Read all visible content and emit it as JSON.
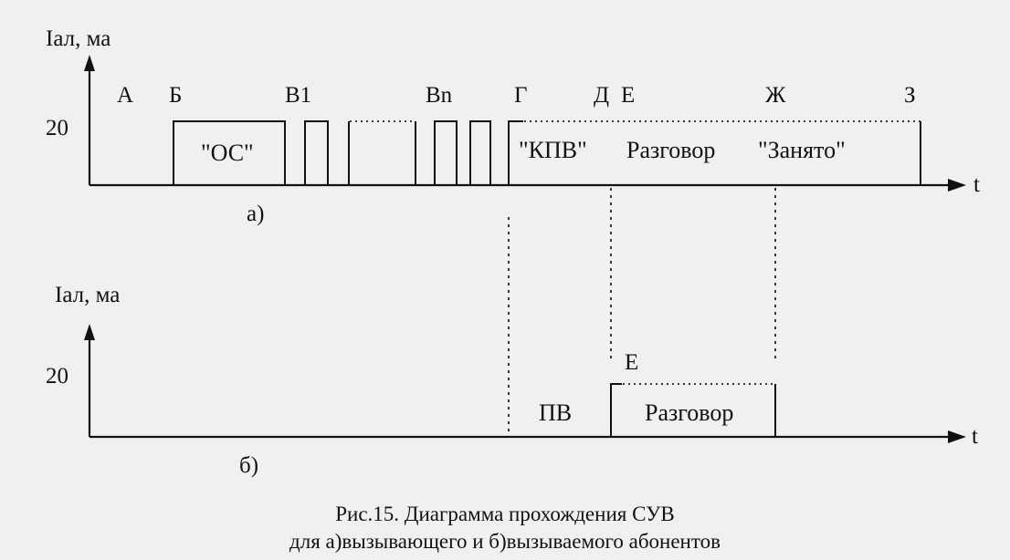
{
  "diagram_a": {
    "y_axis_label": "Iал, ма",
    "y_tick": "20",
    "x_axis_label": "t",
    "panel_label": "а)",
    "point_labels": [
      "А",
      "Б",
      "В1",
      "Вn",
      "Г",
      "Д",
      "Е",
      "Ж",
      "З"
    ],
    "segment_labels": {
      "os": "\"ОС\"",
      "kpv": "\"КПВ\"",
      "talk": "Разговор",
      "busy": "\"Занято\""
    }
  },
  "diagram_b": {
    "y_axis_label": "Iал, ма",
    "y_tick": "20",
    "x_axis_label": "t",
    "panel_label": "б)",
    "point_label": "Е",
    "segment_labels": {
      "pv": "ПВ",
      "talk": "Разговор"
    }
  },
  "caption": {
    "line1": "Рис.15. Диаграмма прохождения СУВ",
    "line2": "для а)вызывающего и б)вызываемого абонентов"
  }
}
